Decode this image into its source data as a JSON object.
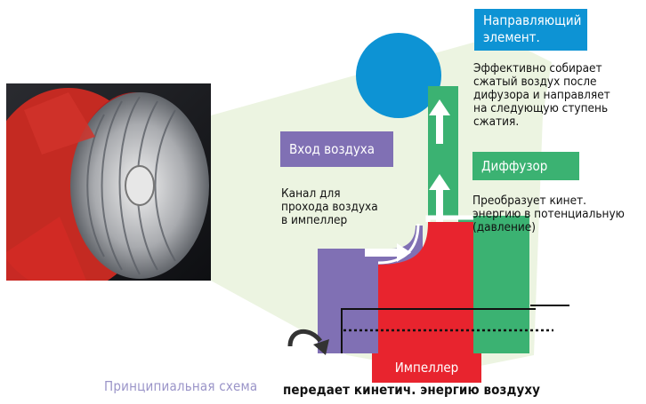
{
  "labels": {
    "guide_title": "Направляющий\nэлемент.",
    "guide_desc": "Эффективно собирает\nсжатый воздух после\nдифузора и направляет\nна следующую ступень\nсжатия.",
    "inlet_title": "Вход воздуха",
    "inlet_desc": "Канал для\nпрохода воздуха\nв импеллер",
    "diffuser_title": "Диффузор",
    "diffuser_desc": "Преобразует кинет.\nэнергию в потенциальную\n(давление)",
    "impeller_title": "Импеллер",
    "impeller_desc": "передает кинетич. энергию воздуху",
    "caption": "Принципиальная схема"
  },
  "colors": {
    "guide": "#0d93d4",
    "inlet": "#8070b4",
    "diffuser": "#3bb272",
    "impeller": "#e8242e",
    "wedge": "#e6f0d6",
    "caption": "#9a94c8"
  },
  "icons": {
    "rotation": "curved-rotation-arrow-icon",
    "flow": "white-flow-arrow-icon"
  }
}
